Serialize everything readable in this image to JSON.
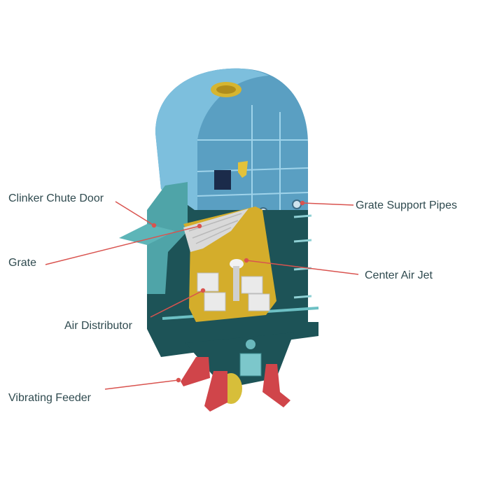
{
  "diagram": {
    "type": "labeled-equipment-diagram",
    "background": "#ffffff",
    "leader_color": "#d9534f",
    "colors": {
      "housing_top": "#6aaed0",
      "housing_body": "#1f5a5e",
      "housing_light": "#5fb3b8",
      "inner_chamber": "#d4ad2b",
      "grate": "#d8d8d8",
      "air_distributor": "#e9e9e9",
      "vibrating_feeder": "#d0454a",
      "label_text": "#2f4a4f"
    },
    "labels": [
      {
        "id": "clinker_chute_door",
        "text": "Clinker Chute Door",
        "side": "left"
      },
      {
        "id": "grate",
        "text": "Grate",
        "side": "left"
      },
      {
        "id": "air_distributor",
        "text": "Air Distributor",
        "side": "left"
      },
      {
        "id": "vibrating_feeder",
        "text": "Vibrating Feeder",
        "side": "left"
      },
      {
        "id": "grate_support_pipes",
        "text": "Grate Support Pipes",
        "side": "right"
      },
      {
        "id": "center_air_jet",
        "text": "Center Air Jet",
        "side": "right"
      }
    ]
  }
}
